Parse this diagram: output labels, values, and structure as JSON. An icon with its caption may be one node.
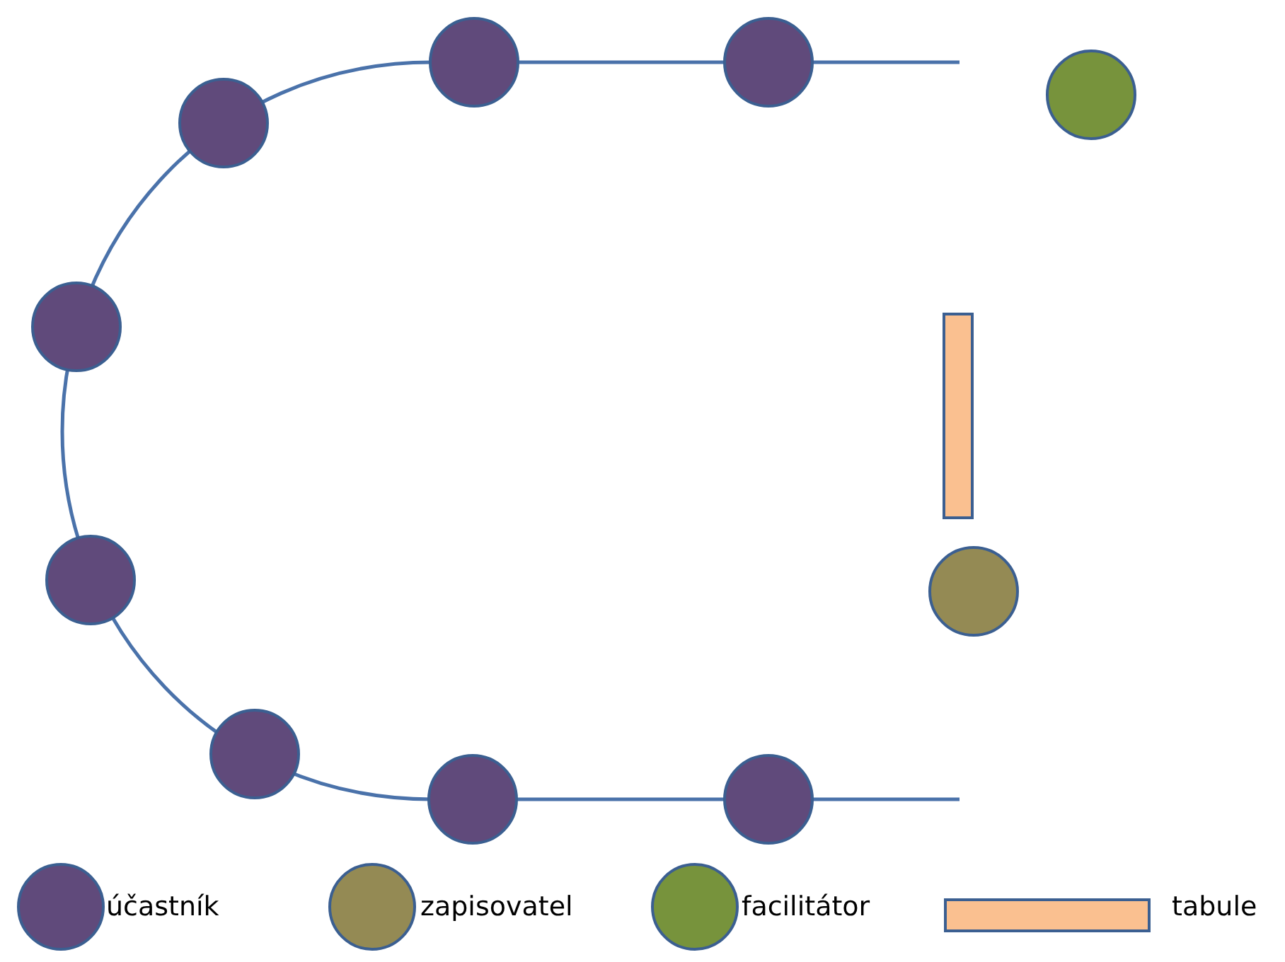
{
  "diagram": {
    "nodes": [
      {
        "text": [],
        "shape": "circle"
      },
      {
        "text": [],
        "shape": "circle"
      },
      {
        "text": [],
        "shape": "circle"
      },
      {
        "text": [],
        "shape": "circle"
      },
      {
        "text": [],
        "shape": "circle"
      },
      {
        "text": [],
        "shape": "bar"
      },
      {
        "text": [],
        "shape": "circle"
      },
      {
        "text": [],
        "shape": "circle"
      },
      {
        "text": [],
        "shape": "circle"
      },
      {
        "text": [],
        "shape": "circle"
      },
      {
        "text": [],
        "shape": "circle"
      }
    ],
    "legend": [
      {
        "text": "účastník",
        "color": "#604a7b"
      },
      {
        "text": "zapisovatel",
        "color": "#948a54"
      },
      {
        "text": "facilitátor",
        "color": "#77933c"
      },
      {
        "text": "tabule",
        "color": "#fac090"
      }
    ]
  }
}
